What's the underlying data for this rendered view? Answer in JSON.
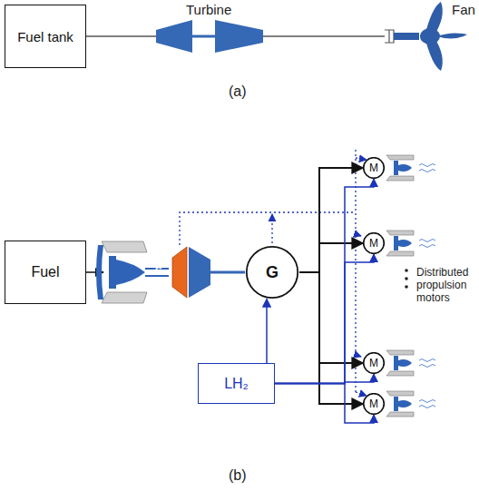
{
  "diagram": {
    "nodes": [
      {
        "text": [
          "Fuel tank"
        ]
      },
      {
        "text": [
          "Fuel"
        ]
      },
      {
        "text": [
          "G"
        ]
      },
      {
        "text": [
          "LH₂"
        ]
      },
      {
        "text": [
          "M"
        ]
      },
      {
        "text": [
          "M"
        ]
      },
      {
        "text": [
          "M"
        ]
      },
      {
        "text": [
          "M"
        ]
      }
    ],
    "edges": [
      {
        "from": 2,
        "to": 4,
        "arrow": "to"
      },
      {
        "from": 2,
        "to": 5,
        "arrow": "to"
      },
      {
        "from": 2,
        "to": 6,
        "arrow": "to"
      },
      {
        "from": 2,
        "to": 7,
        "arrow": "to"
      },
      {
        "from": 3,
        "to": 2,
        "arrow": "to"
      },
      {
        "from": 3,
        "to": 4,
        "arrow": "to"
      },
      {
        "from": 3,
        "to": 5,
        "arrow": "to"
      },
      {
        "from": 3,
        "to": 6,
        "arrow": "to"
      },
      {
        "from": 3,
        "to": 7,
        "arrow": "to"
      }
    ],
    "labels": [
      "Turbine",
      "Fan",
      "(a)",
      "G",
      "Distributed propulsion motors",
      "(b)"
    ]
  }
}
